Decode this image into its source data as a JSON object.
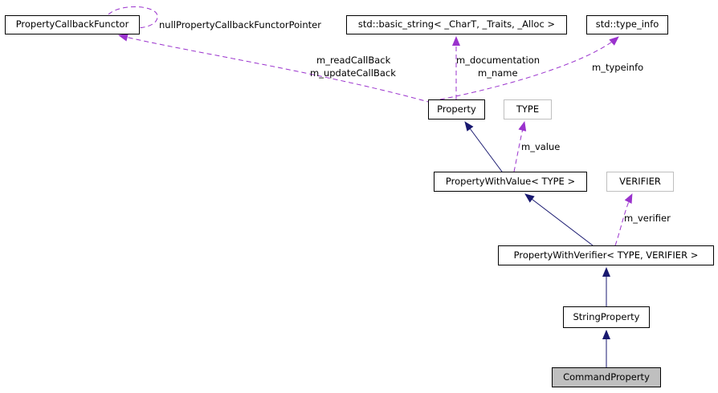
{
  "diagram": {
    "colors": {
      "inheritance": "#191970",
      "usage": "#9a32cd",
      "template_border": "#bfbfbf",
      "focus_fill": "#bfbfbf"
    },
    "nodes": {
      "callback_functor": "PropertyCallbackFunctor",
      "basic_string": "std::basic_string< _CharT, _Traits, _Alloc >",
      "type_info": "std::type_info",
      "property": "Property",
      "type": "TYPE",
      "property_with_value": "PropertyWithValue< TYPE >",
      "verifier": "VERIFIER",
      "property_with_verifier": "PropertyWithVerifier< TYPE, VERIFIER >",
      "string_property": "StringProperty",
      "command_property": "CommandProperty"
    },
    "edge_labels": {
      "null_functor_pointer": "nullPropertyCallbackFunctorPointer",
      "read_callback": "m_readCallBack",
      "update_callback": "m_updateCallBack",
      "documentation": "m_documentation",
      "name": "m_name",
      "typeinfo": "m_typeinfo",
      "value": "m_value",
      "verifier": "m_verifier"
    }
  }
}
